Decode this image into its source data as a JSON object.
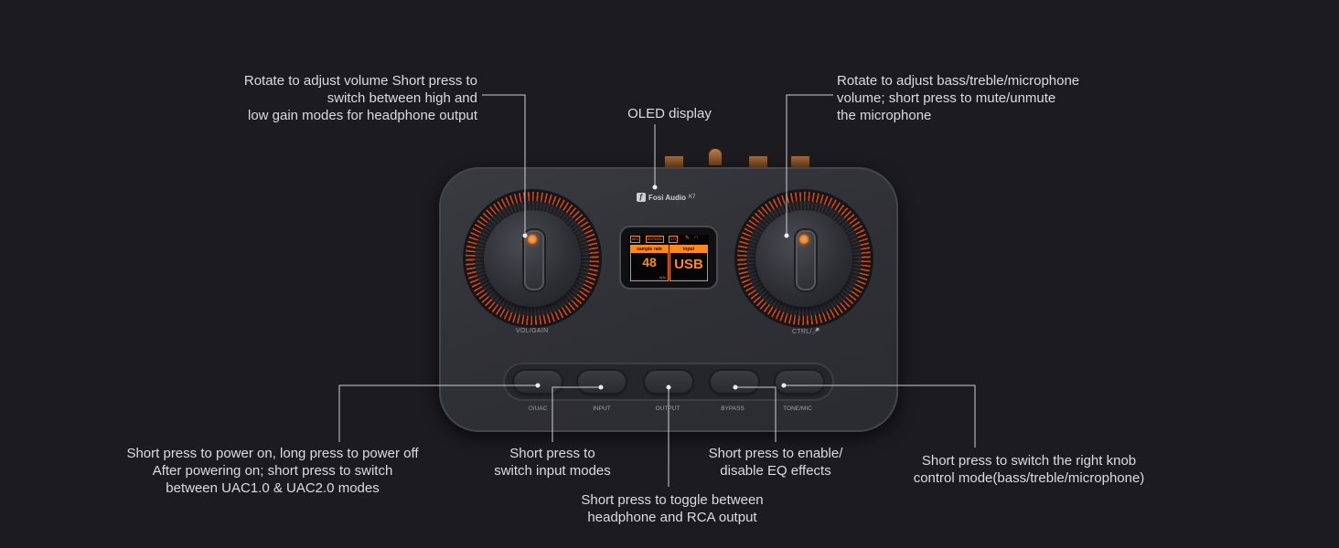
{
  "annotations": {
    "volume": [
      "Rotate to adjust volume Short press to",
      "switch between high and",
      "low gain modes for headphone output"
    ],
    "oled": [
      "OLED display"
    ],
    "ctrl": [
      "Rotate to adjust bass/treble/microphone",
      "volume; short press to mute/unmute",
      "the microphone"
    ],
    "power": [
      "Short press to power on, long press to power off",
      "After powering on; short press to switch",
      "between UAC1.0 & UAC2.0 modes"
    ],
    "input": [
      "Short press to",
      "switch input modes"
    ],
    "output": [
      "Short press to toggle between",
      "headphone and RCA output"
    ],
    "bypass": [
      "Short press to enable/",
      "disable EQ effects"
    ],
    "tone": [
      "Short press to switch the right knob",
      "control mode(bass/treble/microphone)"
    ]
  },
  "device": {
    "brand": "Fosi Audio",
    "model": "K7",
    "left_knob_label": "VOL/GAIN",
    "right_knob_label": "CTRL/🎤",
    "display": {
      "chips": [
        "MIC",
        "BYPASS",
        "1.0"
      ],
      "left_header": "sample rate",
      "left_value": "48",
      "left_unit": "kHz",
      "right_header": "input",
      "right_value": "USB"
    },
    "buttons": [
      "⏻/UAC",
      "INPUT",
      "OUTPUT",
      "BYPASS",
      "TONE/MIC"
    ]
  },
  "colors": {
    "background": "#1b1b20",
    "accent": "#ff8a1a",
    "leader_lines": "#cfcfd4"
  },
  "icons": [
    "headphone-icon",
    "microphone-icon",
    "power-icon",
    "fosi-logo-icon"
  ]
}
